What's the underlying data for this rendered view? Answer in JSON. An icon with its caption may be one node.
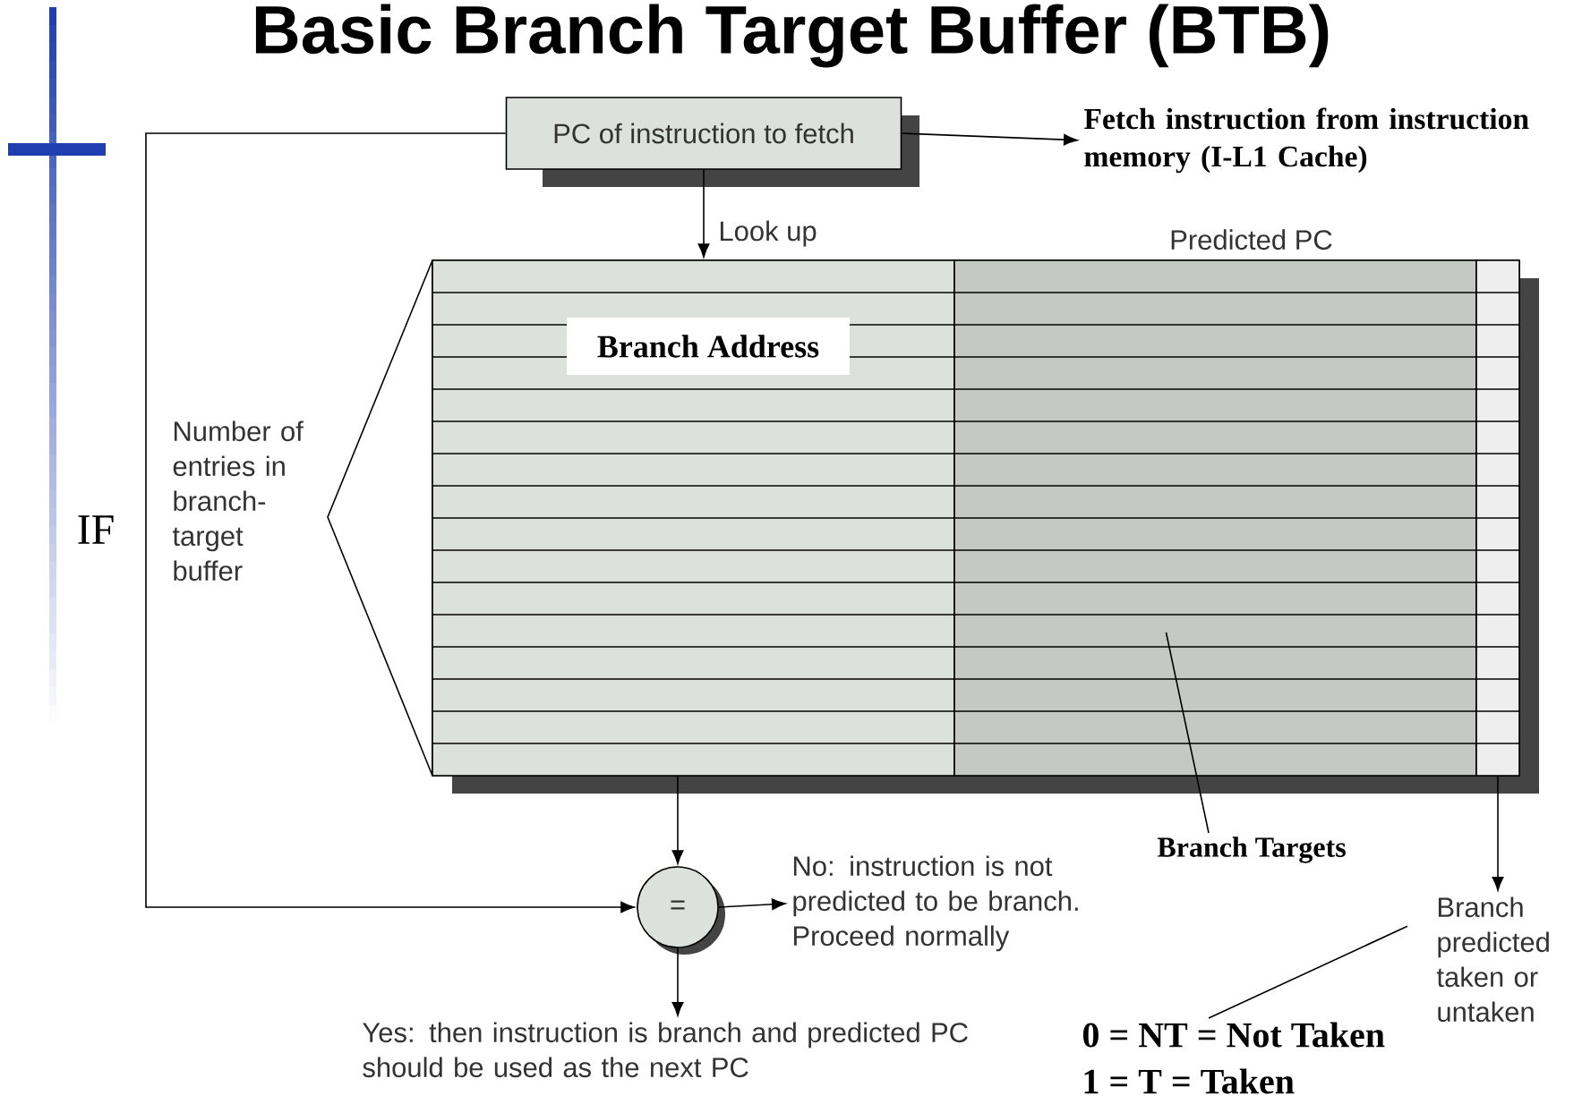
{
  "diagram": {
    "title": "Basic Branch Target Buffer (BTB)",
    "nodes": [
      {
        "text": [
          "PC of instruction to fetch"
        ]
      },
      {
        "text": [
          "Fetch instruction from instruction memory (I-L1 Cache)"
        ]
      },
      {
        "text": [],
        "shape": "box"
      },
      {
        "text": [],
        "shape": "box",
        "in": 2
      },
      {
        "text": [
          "Branch Address"
        ],
        "in": 3
      },
      {
        "text": [
          "Predicted PC"
        ],
        "in": 2
      },
      {
        "text": [],
        "shape": "box",
        "in": 2
      },
      {
        "text": [
          "="
        ]
      },
      {
        "text": [
          "No:  instruction is not predicted to be branch. Proceed normally"
        ]
      },
      {
        "text": [
          "Yes:  then instruction is branch and predicted PC should be used as the next PC"
        ]
      },
      {
        "text": [
          "Branch predicted taken or untaken"
        ]
      },
      {
        "text": [
          "Branch Targets"
        ]
      },
      {
        "text": [
          "0 = NT = Not Taken",
          "1 = T = Taken"
        ]
      }
    ],
    "edges": [
      {
        "from": 0,
        "to": 1,
        "arrow": "to"
      },
      {
        "from": 0,
        "to": 3,
        "arrow": "to",
        "label": "Look up"
      },
      {
        "from": 0,
        "to": 7,
        "arrow": "to"
      },
      {
        "from": 3,
        "to": 7,
        "arrow": "to"
      },
      {
        "from": 7,
        "to": 8,
        "arrow": "to"
      },
      {
        "from": 7,
        "to": 9,
        "arrow": "to"
      },
      {
        "from": 6,
        "to": 10,
        "arrow": "to"
      },
      {
        "from": 11,
        "to": 5,
        "arrow": "none"
      },
      {
        "from": 12,
        "to": 10,
        "arrow": "none"
      }
    ],
    "labels": [
      "Number of entries in branch-target buffer",
      "IF"
    ]
  }
}
